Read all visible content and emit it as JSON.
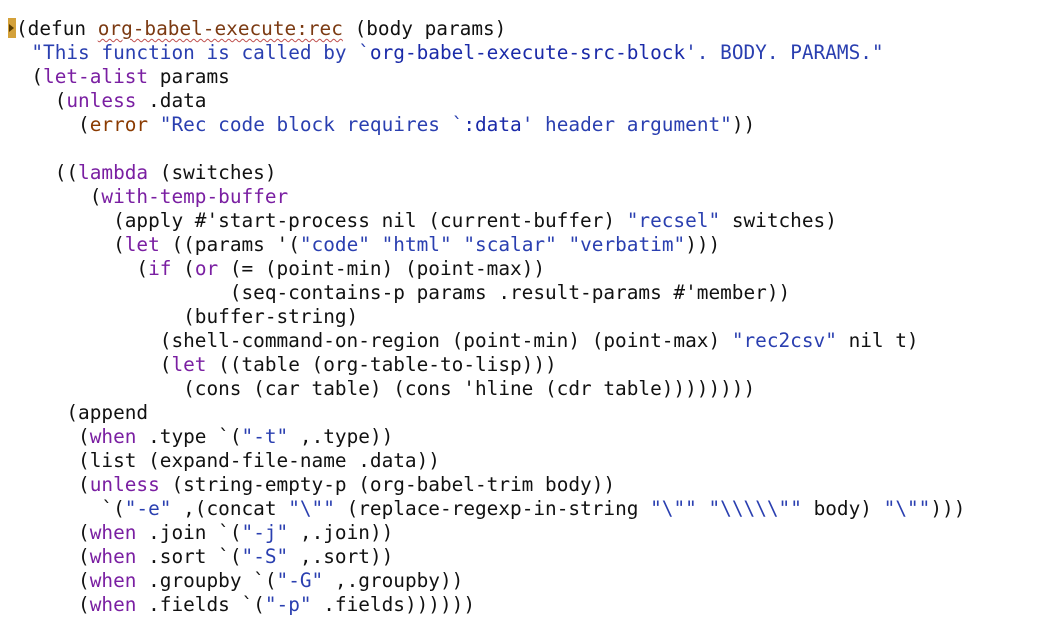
{
  "editor": {
    "cursor_icon": "block-cursor-icon",
    "colors": {
      "default": "#111111",
      "keyword": "#7a1fa2",
      "builtin": "#1a2aa8",
      "string": "#2a3fb0",
      "error": "#8a3a00",
      "function_name": "#7b3a12",
      "squiggle": "#c0504d",
      "cursor": "#d4a13a"
    },
    "lines": [
      [
        [
          "cursor",
          ""
        ],
        [
          "default",
          "(defun "
        ],
        [
          "function_name_wavy",
          "org-babel-execute:rec"
        ],
        [
          "default",
          " (body params)"
        ]
      ],
      [
        [
          "default",
          "  "
        ],
        [
          "string",
          "\"This function is called by `"
        ],
        [
          "builtin",
          "org-babel-execute-src-block"
        ],
        [
          "string",
          "'. BODY. PARAMS.\""
        ]
      ],
      [
        [
          "default",
          "  ("
        ],
        [
          "keyword",
          "let-alist"
        ],
        [
          "default",
          " params"
        ]
      ],
      [
        [
          "default",
          "    ("
        ],
        [
          "keyword",
          "unless"
        ],
        [
          "default",
          " .data"
        ]
      ],
      [
        [
          "default",
          "      ("
        ],
        [
          "error",
          "error"
        ],
        [
          "default",
          " "
        ],
        [
          "string",
          "\"Rec code block requires `"
        ],
        [
          "builtin",
          ":data"
        ],
        [
          "string",
          "' header argument\""
        ],
        [
          "default",
          "))"
        ]
      ],
      [
        [
          "default",
          ""
        ]
      ],
      [
        [
          "default",
          "    (("
        ],
        [
          "keyword",
          "lambda"
        ],
        [
          "default",
          " (switches)"
        ]
      ],
      [
        [
          "default",
          "       ("
        ],
        [
          "keyword",
          "with-temp-buffer"
        ]
      ],
      [
        [
          "default",
          "         (apply #'start-process nil (current-buffer) "
        ],
        [
          "string",
          "\"recsel\""
        ],
        [
          "default",
          " switches)"
        ]
      ],
      [
        [
          "default",
          "         ("
        ],
        [
          "keyword",
          "let"
        ],
        [
          "default",
          " ((params '("
        ],
        [
          "string",
          "\"code\""
        ],
        [
          "default",
          " "
        ],
        [
          "string",
          "\"html\""
        ],
        [
          "default",
          " "
        ],
        [
          "string",
          "\"scalar\""
        ],
        [
          "default",
          " "
        ],
        [
          "string",
          "\"verbatim\""
        ],
        [
          "default",
          ")))"
        ]
      ],
      [
        [
          "default",
          "           ("
        ],
        [
          "keyword",
          "if"
        ],
        [
          "default",
          " ("
        ],
        [
          "keyword",
          "or"
        ],
        [
          "default",
          " (= (point-min) (point-max))"
        ]
      ],
      [
        [
          "default",
          "                   (seq-contains-p params .result-params #'member))"
        ]
      ],
      [
        [
          "default",
          "               (buffer-string)"
        ]
      ],
      [
        [
          "default",
          "             (shell-command-on-region (point-min) (point-max) "
        ],
        [
          "string",
          "\"rec2csv\""
        ],
        [
          "default",
          " nil t)"
        ]
      ],
      [
        [
          "default",
          "             ("
        ],
        [
          "keyword",
          "let"
        ],
        [
          "default",
          " ((table (org-table-to-lisp)))"
        ]
      ],
      [
        [
          "default",
          "               (cons (car table) (cons 'hline (cdr table))))))))"
        ]
      ],
      [
        [
          "default",
          "     (append"
        ]
      ],
      [
        [
          "default",
          "      ("
        ],
        [
          "keyword",
          "when"
        ],
        [
          "default",
          " .type `("
        ],
        [
          "string",
          "\"-t\""
        ],
        [
          "default",
          " ,.type))"
        ]
      ],
      [
        [
          "default",
          "      (list (expand-file-name .data))"
        ]
      ],
      [
        [
          "default",
          "      ("
        ],
        [
          "keyword",
          "unless"
        ],
        [
          "default",
          " (string-empty-p (org-babel-trim body))"
        ]
      ],
      [
        [
          "default",
          "        `("
        ],
        [
          "string",
          "\"-e\""
        ],
        [
          "default",
          " ,(concat "
        ],
        [
          "string",
          "\"\\\"\""
        ],
        [
          "default",
          " (replace-regexp-in-string "
        ],
        [
          "string",
          "\"\\\"\""
        ],
        [
          "default",
          " "
        ],
        [
          "string",
          "\"\\\\\\\\\\\"\""
        ],
        [
          "default",
          " body) "
        ],
        [
          "string",
          "\"\\\"\""
        ],
        [
          "default",
          ")))"
        ]
      ],
      [
        [
          "default",
          "      ("
        ],
        [
          "keyword",
          "when"
        ],
        [
          "default",
          " .join `("
        ],
        [
          "string",
          "\"-j\""
        ],
        [
          "default",
          " ,.join))"
        ]
      ],
      [
        [
          "default",
          "      ("
        ],
        [
          "keyword",
          "when"
        ],
        [
          "default",
          " .sort `("
        ],
        [
          "string",
          "\"-S\""
        ],
        [
          "default",
          " ,.sort))"
        ]
      ],
      [
        [
          "default",
          "      ("
        ],
        [
          "keyword",
          "when"
        ],
        [
          "default",
          " .groupby `("
        ],
        [
          "string",
          "\"-G\""
        ],
        [
          "default",
          " ,.groupby))"
        ]
      ],
      [
        [
          "default",
          "      ("
        ],
        [
          "keyword",
          "when"
        ],
        [
          "default",
          " .fields `("
        ],
        [
          "string",
          "\"-p\""
        ],
        [
          "default",
          " .fields))))))"
        ]
      ]
    ]
  }
}
